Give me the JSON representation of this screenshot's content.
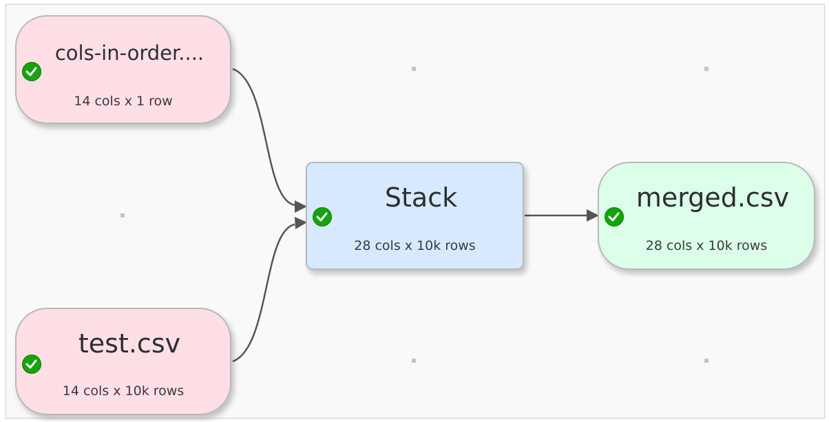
{
  "nodes": {
    "input1": {
      "title": "cols-in-order....",
      "subtitle": "14 cols x 1 row",
      "status_icon": "check-circle-icon"
    },
    "input2": {
      "title": "test.csv",
      "subtitle": "14 cols x 10k rows",
      "status_icon": "check-circle-icon"
    },
    "stack": {
      "title": "Stack",
      "subtitle": "28 cols x 10k rows",
      "status_icon": "check-circle-icon"
    },
    "output": {
      "title": "merged.csv",
      "subtitle": "28 cols x 10k rows",
      "status_icon": "check-circle-icon"
    }
  },
  "connections": [
    {
      "from": "cols-in-order....",
      "to": "Stack"
    },
    {
      "from": "test.csv",
      "to": "Stack"
    },
    {
      "from": "Stack",
      "to": "merged.csv"
    }
  ],
  "colors": {
    "input_fill": "#ffdfe6",
    "transform_fill": "#d6e9ff",
    "output_fill": "#dcffe9",
    "status_ok": "#16a30e",
    "connector": "#555555"
  }
}
